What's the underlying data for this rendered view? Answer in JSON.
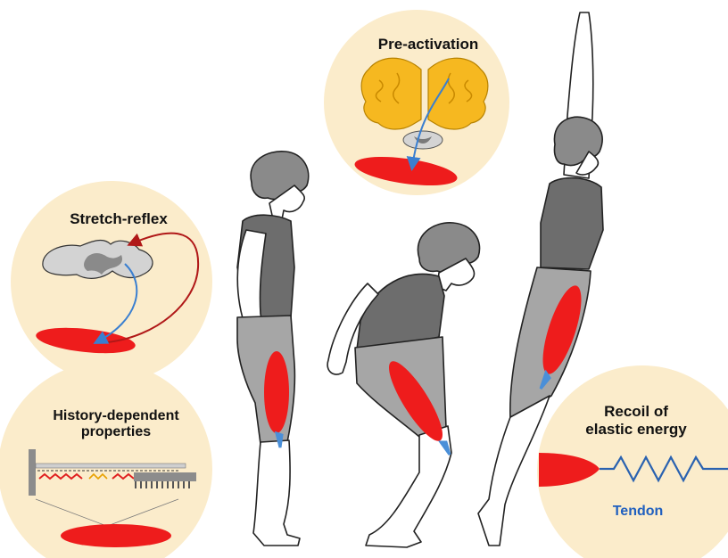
{
  "panels": {
    "pre_activation": {
      "title": "Pre-activation"
    },
    "stretch_reflex": {
      "title": "Stretch-reflex"
    },
    "history": {
      "title_line1": "History-dependent",
      "title_line2": "properties"
    },
    "recoil": {
      "title_line1": "Recoil of",
      "title_line2": "elastic energy",
      "tendon_label": "Tendon"
    }
  },
  "colors": {
    "circle_fill": "#fbeccb",
    "muscle": "#ee1c1c",
    "tendon": "#4a8fd8",
    "shirt": "#6d6d6d",
    "shorts": "#a6a6a6",
    "hair": "#8a8a8a",
    "brain": "#f6b820",
    "spinal_cord": "#c8c8c8",
    "arrow_red": "#b01818",
    "arrow_blue": "#3a7fd0"
  },
  "icons": [
    "brain-icon",
    "spinal-cord-icon",
    "spring-icon",
    "sarcomere-icon"
  ]
}
